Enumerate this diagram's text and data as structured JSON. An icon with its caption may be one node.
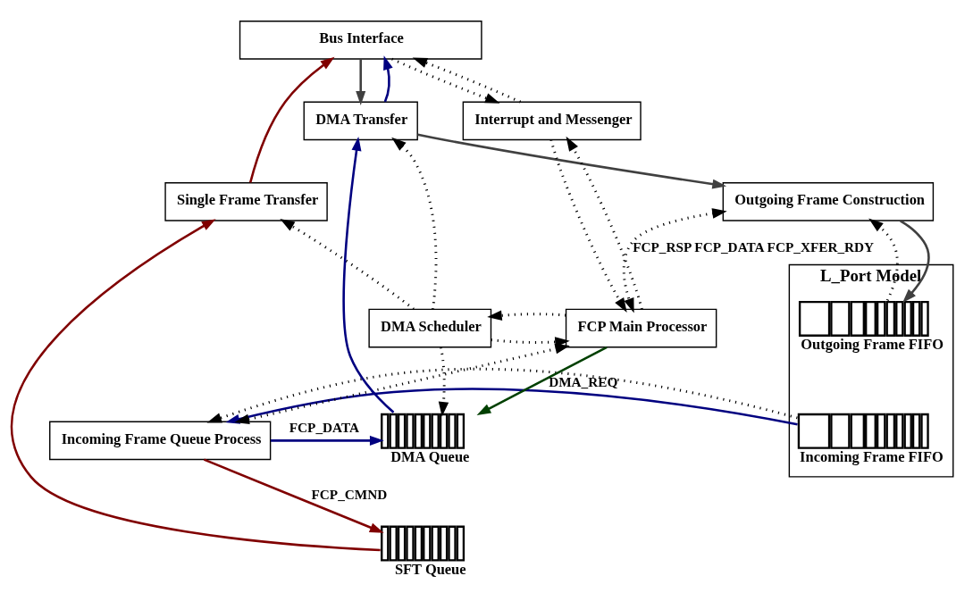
{
  "diagram": {
    "nodes": [
      {
        "text": [
          "Bus Interface"
        ]
      },
      {
        "text": [
          "DMA Transfer"
        ]
      },
      {
        "text": [
          "Interrupt and Messenger"
        ]
      },
      {
        "text": [
          "Single Frame Transfer"
        ]
      },
      {
        "text": [
          "Outgoing Frame Construction"
        ]
      },
      {
        "text": [
          "L_Port Model"
        ]
      },
      {
        "text": [
          "DMA Scheduler"
        ]
      },
      {
        "text": [
          "FCP Main Processor"
        ]
      },
      {
        "text": [],
        "shape": "bar",
        "beside": [
          "Outgoing Frame FIFO"
        ],
        "in": 5
      },
      {
        "text": [],
        "shape": "bar",
        "beside": [
          "Incoming Frame FIFO"
        ],
        "in": 5
      },
      {
        "text": [
          "Incoming Frame Queue Process"
        ]
      },
      {
        "text": [],
        "shape": "bar",
        "beside": [
          "DMA Queue"
        ]
      },
      {
        "text": [],
        "shape": "bar",
        "beside": [
          "SFT Queue"
        ]
      }
    ],
    "edges": [
      {
        "from": 0,
        "to": 1,
        "arrow": "to",
        "color": "#404040"
      },
      {
        "from": 1,
        "to": 0,
        "arrow": "to",
        "color": "#000080"
      },
      {
        "from": 3,
        "to": 0,
        "arrow": "to",
        "color": "#800000"
      },
      {
        "from": 0,
        "to": 2,
        "arrow": "to",
        "style": "dashed"
      },
      {
        "from": 2,
        "to": 0,
        "arrow": "to",
        "style": "dashed"
      },
      {
        "from": 1,
        "to": 4,
        "arrow": "to",
        "color": "#404040"
      },
      {
        "from": 2,
        "to": 7,
        "arrow": "to",
        "style": "dashed"
      },
      {
        "from": 7,
        "to": 2,
        "arrow": "to",
        "style": "dashed"
      },
      {
        "from": 8,
        "to": 4,
        "arrow": "to",
        "style": "dashed"
      },
      {
        "from": 4,
        "to": 8,
        "arrow": "to",
        "color": "#404040"
      },
      {
        "from": 6,
        "to": 1,
        "arrow": "to",
        "style": "dashed"
      },
      {
        "from": 6,
        "to": 3,
        "arrow": "to",
        "style": "dashed"
      },
      {
        "from": 6,
        "to": 7,
        "arrow": "to",
        "style": "dashed"
      },
      {
        "from": 7,
        "to": 6,
        "arrow": "to",
        "style": "dashed"
      },
      {
        "from": 6,
        "to": 11,
        "arrow": "to",
        "style": "dashed"
      },
      {
        "from": 4,
        "to": 7,
        "arrow": "both",
        "style": "dashed",
        "label": "FCP_RSP FCP_DATA FCP_XFER_RDY"
      },
      {
        "from": 7,
        "to": 10,
        "arrow": "both",
        "style": "dashed"
      },
      {
        "from": 7,
        "to": 11,
        "arrow": "to",
        "color": "#004000",
        "label": "DMA_REQ"
      },
      {
        "from": 10,
        "to": 11,
        "arrow": "to",
        "color": "#000080",
        "label": "FCP_DATA"
      },
      {
        "from": 10,
        "to": 12,
        "arrow": "to",
        "color": "#800000",
        "label": "FCP_CMND"
      },
      {
        "from": 9,
        "to": 10,
        "arrow": "to",
        "color": "#000080"
      },
      {
        "from": 9,
        "to": 10,
        "arrow": "to",
        "style": "dashed"
      },
      {
        "from": 11,
        "to": 1,
        "arrow": "to",
        "color": "#000080"
      },
      {
        "from": 12,
        "to": 3,
        "arrow": "to",
        "color": "#800000"
      }
    ]
  }
}
